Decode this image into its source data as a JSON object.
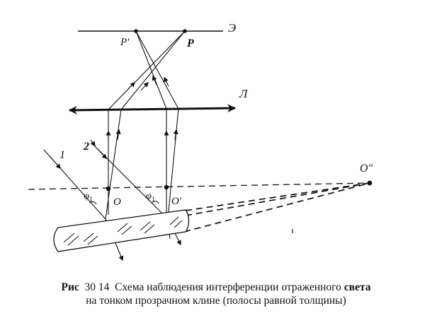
{
  "labels": {
    "screen": "Э",
    "point_p_prime": "P'",
    "point_p": "P",
    "lens": "Л",
    "ray1": "1",
    "ray2": "2",
    "apex": "O\"",
    "point_o": "O",
    "point_o_prime": "O'",
    "angle1": "φ",
    "angle1_sub": "1",
    "angle2": "φ",
    "angle2_sub": "1"
  },
  "caption": {
    "prefix": "Рис",
    "number": "30 14",
    "line1_text": "Схема наблюдения интерференции отраженного",
    "line1_bold": "света",
    "line2": "на тонком прозрачном клине (полосы равной толщины)"
  }
}
